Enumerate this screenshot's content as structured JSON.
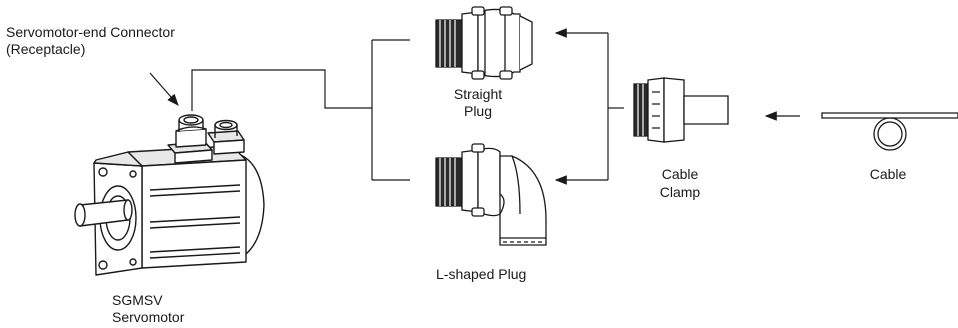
{
  "labels": {
    "connector_line1": "Servomotor-end Connector",
    "connector_line2": "(Receptacle)",
    "straight_line1": "Straight",
    "straight_line2": "Plug",
    "lshaped": "L-shaped Plug",
    "clamp_line1": "Cable",
    "clamp_line2": "Clamp",
    "cable": "Cable",
    "motor_line1": "SGMSV",
    "motor_line2": "Servomotor"
  },
  "colors": {
    "line": "#1a1a1a",
    "fill": "#ffffff",
    "shade": "#2a2a2a"
  }
}
